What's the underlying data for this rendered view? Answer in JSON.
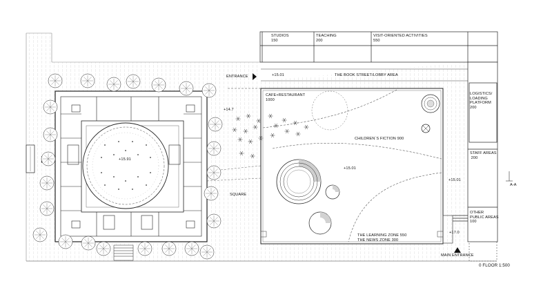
{
  "plan": {
    "rooms": {
      "studios": {
        "name": "STUDIOS",
        "area": "150"
      },
      "teaching": {
        "name": "TEACHING",
        "area": "200"
      },
      "visit": {
        "name": "VISIT-ORIENTED ACTIVITIES",
        "area": "550"
      },
      "cafe": {
        "name": "CAFE+RESTAURANT",
        "area": "1000"
      },
      "childrens": {
        "name": "CHILDREN´S FICTION 900"
      },
      "learning": {
        "name": "THE LEARNING ZONE 550"
      },
      "news": {
        "name": "THE NEWS ZONE 300"
      },
      "logistics": {
        "line1": "LOGISTICS/",
        "line2": "LOADING",
        "line3": "PLATFORM",
        "area": "200"
      },
      "staff": {
        "name": "STAFF AREAS",
        "area": "200"
      },
      "public": {
        "line1": "OTHER",
        "line2": "PUBLIC AREAS",
        "area": "100"
      }
    },
    "labels": {
      "entrance": "ENTRANCE",
      "book_street": "THE BOOK STREET/LOBBY AREA",
      "square": "SQUARE",
      "main_entrance": "MAIN ENTRANCE",
      "section_mark": "A-A",
      "floor_title": "0 FLOOR 1:500"
    },
    "levels": {
      "lobby": "+15.01",
      "street": "+14.7",
      "rotunda": "+15.91",
      "hall": "+15.01",
      "side": "+15.01",
      "entry": "+17.0"
    }
  }
}
